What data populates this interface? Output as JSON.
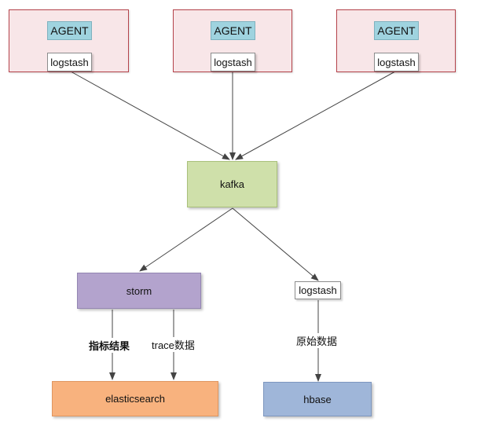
{
  "agents": [
    {
      "agent_label": "AGENT",
      "logstash_label": "logstash"
    },
    {
      "agent_label": "AGENT",
      "logstash_label": "logstash"
    },
    {
      "agent_label": "AGENT",
      "logstash_label": "logstash"
    }
  ],
  "kafka": {
    "label": "kafka"
  },
  "storm": {
    "label": "storm"
  },
  "logstash_mid": {
    "label": "logstash"
  },
  "elasticsearch": {
    "label": "elasticsearch"
  },
  "hbase": {
    "label": "hbase"
  },
  "edge_labels": {
    "metrics_result": "指标结果",
    "trace_data": "trace数据",
    "raw_data": "原始数据"
  },
  "colors": {
    "agent_host_fill": "#f8e6e8",
    "agent_host_border": "#b5434b",
    "agent_label_fill": "#9fd3df",
    "kafka_fill": "#cfe0aa",
    "storm_fill": "#b3a3cd",
    "elasticsearch_fill": "#f8b27e",
    "hbase_fill": "#9fb6d9",
    "arrow": "#444444"
  }
}
